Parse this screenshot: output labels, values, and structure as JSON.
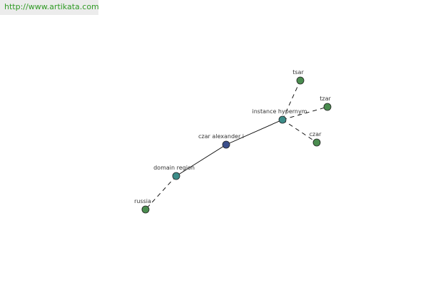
{
  "source_url": "http://www.artikata.com",
  "colors": {
    "background": "#ffffff",
    "banner_bg": "#ececec",
    "banner_text": "#2f9a24",
    "center_node": "#3b4f8c",
    "relation_node": "#3c8c88",
    "leaf_node": "#4a8c4f",
    "edge": "#000000"
  },
  "graph": {
    "nodes": [
      {
        "id": "czar-alexander",
        "label": "czar alexander i",
        "kind": "center"
      },
      {
        "id": "instance-hypernym",
        "label": "instance hypernym",
        "kind": "relation"
      },
      {
        "id": "domain-region",
        "label": "domain region",
        "kind": "relation"
      },
      {
        "id": "tsar",
        "label": "tsar",
        "kind": "leaf"
      },
      {
        "id": "tzar",
        "label": "tzar",
        "kind": "leaf"
      },
      {
        "id": "czar",
        "label": "czar",
        "kind": "leaf"
      },
      {
        "id": "russia",
        "label": "russia",
        "kind": "leaf"
      }
    ],
    "edges": [
      {
        "from": "czar-alexander",
        "to": "instance-hypernym",
        "style": "solid"
      },
      {
        "from": "czar-alexander",
        "to": "domain-region",
        "style": "solid"
      },
      {
        "from": "instance-hypernym",
        "to": "tsar",
        "style": "dashed"
      },
      {
        "from": "instance-hypernym",
        "to": "tzar",
        "style": "dashed"
      },
      {
        "from": "instance-hypernym",
        "to": "czar",
        "style": "dashed"
      },
      {
        "from": "domain-region",
        "to": "russia",
        "style": "dashed"
      }
    ]
  }
}
